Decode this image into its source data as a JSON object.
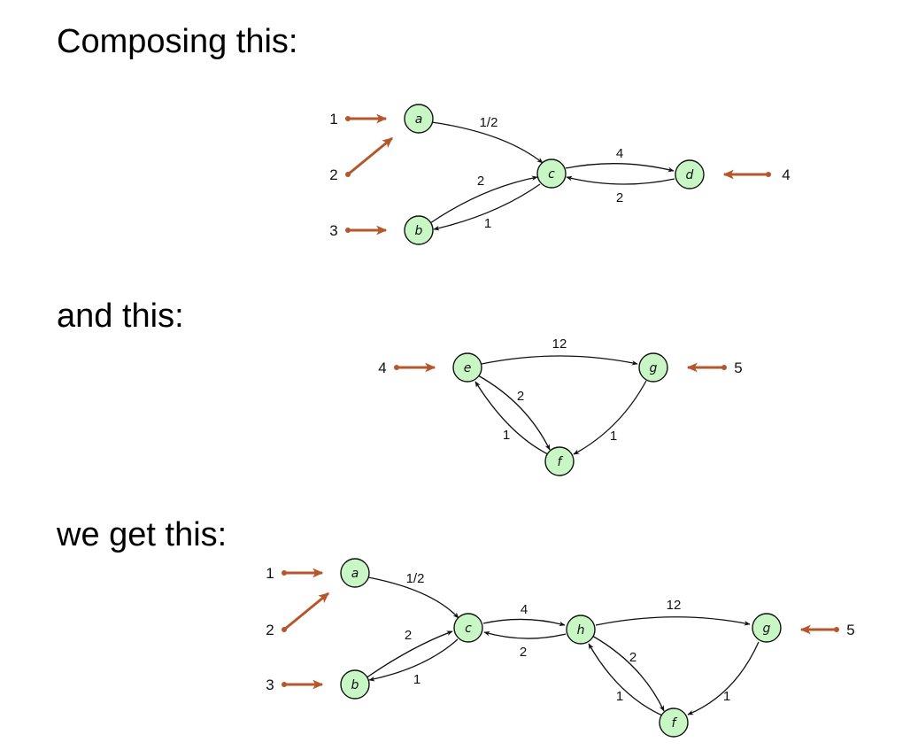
{
  "headings": {
    "first": "Composing this:",
    "second": "and this:",
    "third": "we get this:"
  },
  "colors": {
    "node_fill": "#c8f7c5",
    "port_arrow": "#b5572a"
  },
  "graph1": {
    "nodes": {
      "a": "a",
      "b": "b",
      "c": "c",
      "d": "d"
    },
    "edges": {
      "a_c": "1/2",
      "c_d": "4",
      "d_c": "2",
      "b_c": "2",
      "c_b": "1"
    },
    "ports": {
      "p1": "1",
      "p2": "2",
      "p3": "3",
      "p4": "4"
    }
  },
  "graph2": {
    "nodes": {
      "e": "e",
      "f": "f",
      "g": "g"
    },
    "edges": {
      "e_g": "12",
      "e_f": "2",
      "f_e": "1",
      "g_f": "1"
    },
    "ports": {
      "p4": "4",
      "p5": "5"
    }
  },
  "graph3": {
    "nodes": {
      "a": "a",
      "b": "b",
      "c": "c",
      "h": "h",
      "f": "f",
      "g": "g"
    },
    "edges": {
      "a_c": "1/2",
      "b_c": "2",
      "c_b": "1",
      "c_h": "4",
      "h_c": "2",
      "h_g": "12",
      "h_f": "2",
      "f_h": "1",
      "g_f": "1"
    },
    "ports": {
      "p1": "1",
      "p2": "2",
      "p3": "3",
      "p5": "5"
    }
  }
}
